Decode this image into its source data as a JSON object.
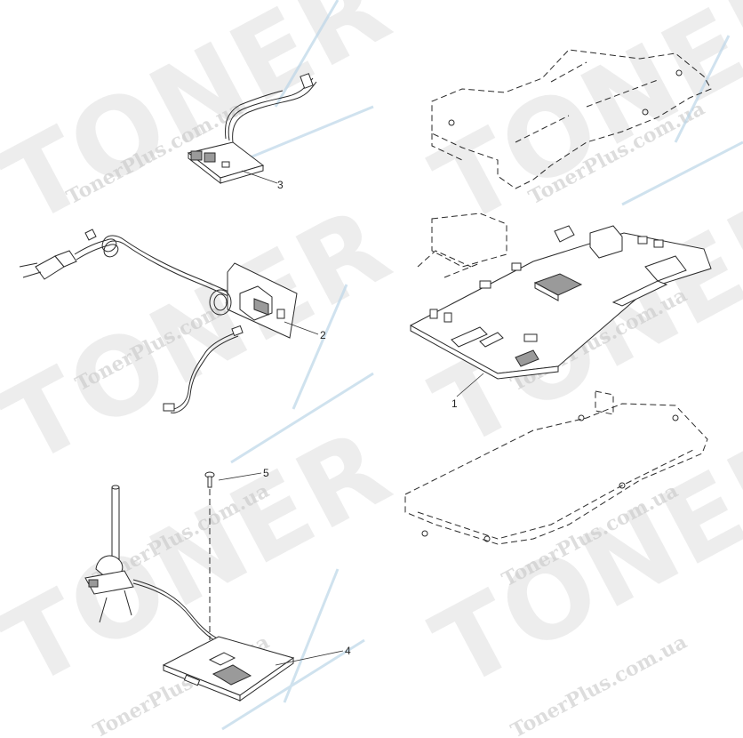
{
  "watermark": {
    "brand": "TONER",
    "site": "TonerPlus.com.ua"
  },
  "callouts": {
    "c1": "1",
    "c2": "2",
    "c3": "3",
    "c4": "4",
    "c5": "5"
  },
  "colors": {
    "line": "#2a2a2a",
    "watermark": "#d9d9d9",
    "accent": "#bcd6e8"
  }
}
